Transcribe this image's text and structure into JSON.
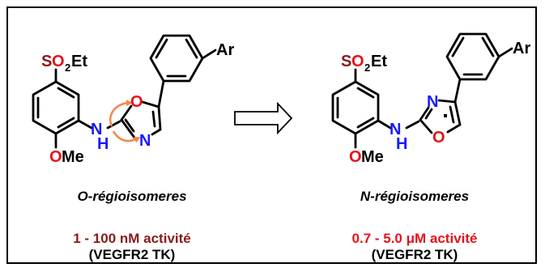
{
  "left": {
    "sulfonyl": {
      "s": "S",
      "o": "O",
      "sub": "2",
      "et": "Et"
    },
    "ar": "Ar",
    "o_ring": "O",
    "n_ring": "N",
    "nh_n": "N",
    "nh_h": "H",
    "ome_o": "O",
    "ome_me": "Me",
    "label": "O-régioisomeres",
    "activity": "1 - 100 nM activité",
    "assay": "(VEGFR2 TK)"
  },
  "right": {
    "sulfonyl": {
      "s": "S",
      "o": "O",
      "sub": "2",
      "et": "Et"
    },
    "ar": "Ar",
    "n_ring": "N",
    "o_ring": "O",
    "nh_n": "N",
    "nh_h": "H",
    "ome_o": "O",
    "ome_me": "Me",
    "label": "N-régioisomeres",
    "activity": "0.7 - 5.0 μM activité",
    "assay": "(VEGFR2 TK)"
  },
  "colors": {
    "oxygen": "#e4141b",
    "nitrogen": "#1a1aff",
    "sulfur": "#8b1a1a",
    "activity_left": "#8b1a1a",
    "activity_right": "#e4141b",
    "swap_arrows": "#f4884a"
  }
}
